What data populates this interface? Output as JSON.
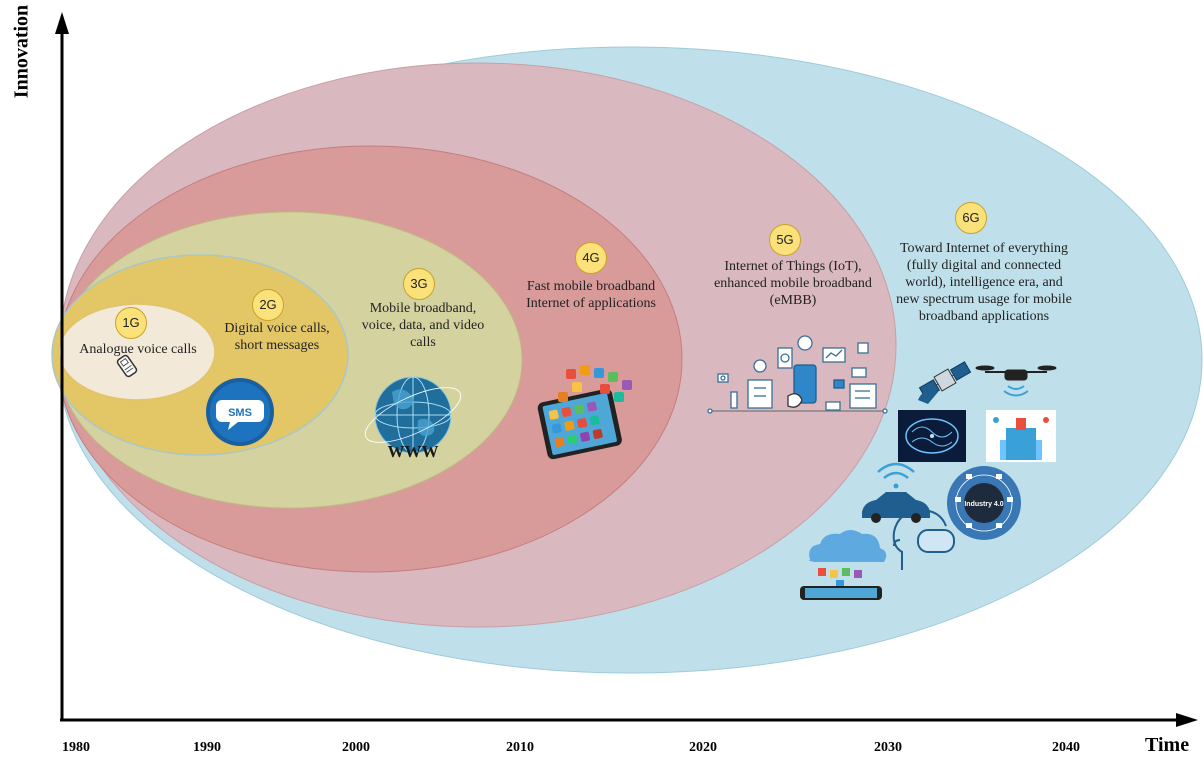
{
  "axes": {
    "y_label": "Innovation",
    "x_label": "Time"
  },
  "years": [
    "1980",
    "1990",
    "2000",
    "2010",
    "2020",
    "2030",
    "2040"
  ],
  "generations": [
    {
      "badge": "1G",
      "text": "Analogue voice calls",
      "icon": "flip-phone-icon"
    },
    {
      "badge": "2G",
      "text": "Digital voice calls, short messages",
      "icon": "sms-bubble-icon",
      "icon_text": "SMS"
    },
    {
      "badge": "3G",
      "text": "Mobile broadband, voice, data, and video calls",
      "icon": "globe-www-icon",
      "icon_text": "WWW"
    },
    {
      "badge": "4G",
      "text": "Fast mobile broadband Internet of applications",
      "icon": "smartphone-apps-icon"
    },
    {
      "badge": "5G",
      "text": "Internet of Things (IoT), enhanced mobile broadband (eMBB)",
      "icon": "iot-devices-icon"
    },
    {
      "badge": "6G",
      "text": "Toward Internet of everything (fully digital and connected world), intelligence era, and new spectrum usage for mobile broadband applications",
      "icons": [
        "satellite-icon",
        "drone-icon",
        "ai-brain-icon",
        "smart-hospital-icon",
        "industry-4-icon",
        "connected-car-icon",
        "vr-headset-icon",
        "cloud-phone-icon"
      ],
      "industry_text": "Industry 4.0"
    }
  ],
  "colors": {
    "g6_fill": "#bfe0ea",
    "g5_fill": "#d9b8bf",
    "g4_fill": "#d99a9a",
    "g3_fill": "#d4d3a0",
    "g2_fill": "#e3c766",
    "g1_fill": "#f2e9d9"
  }
}
